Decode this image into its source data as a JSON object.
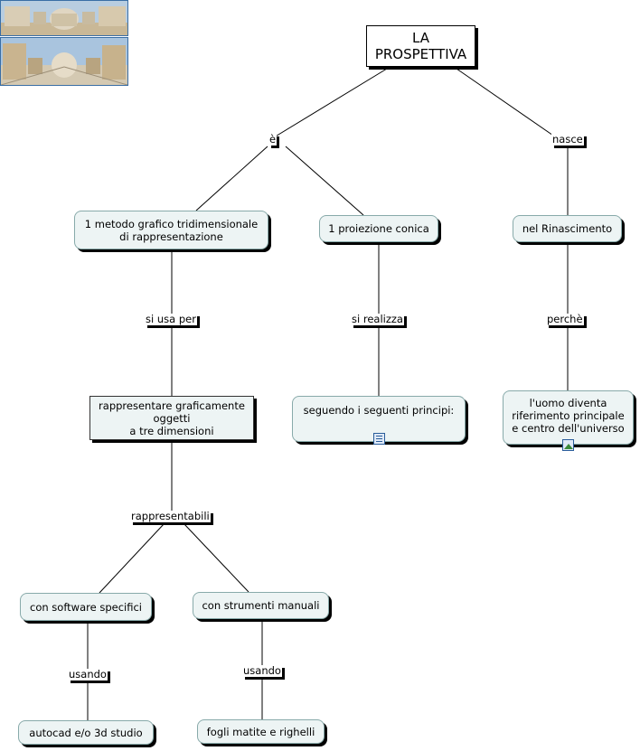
{
  "colors": {
    "node_fill": "#edf4f4",
    "shadow": "#000000",
    "line": "#000000"
  },
  "root": {
    "label": "LA\nPROSPETTIVA"
  },
  "links": {
    "e": "è",
    "nasce": "nasce",
    "si_usa_per": "si usa per",
    "si_realizza": "si realizza",
    "perche": "perchè",
    "rappresentabili": "rappresentabili",
    "usando_1": "usando",
    "usando_2": "usando"
  },
  "concepts": {
    "metodo": "1 metodo grafico tridimensionale\ndi rappresentazione",
    "proiezione": "1 proiezione conica",
    "rinascimento": "nel Rinascimento",
    "rappresentare": "rappresentare graficamente\noggetti\na tre dimensioni",
    "principi": "seguendo i seguenti principi:",
    "uomo": "l'uomo diventa\nriferimento principale\ne centro dell'universo",
    "software": "con software specifici",
    "manuali": "con strumenti manuali",
    "autocad": "autocad e/o 3d studio",
    "fogli": "fogli matite e righelli"
  },
  "icons": {
    "principi_resource": "document-list-icon",
    "uomo_resource": "image-icon"
  }
}
